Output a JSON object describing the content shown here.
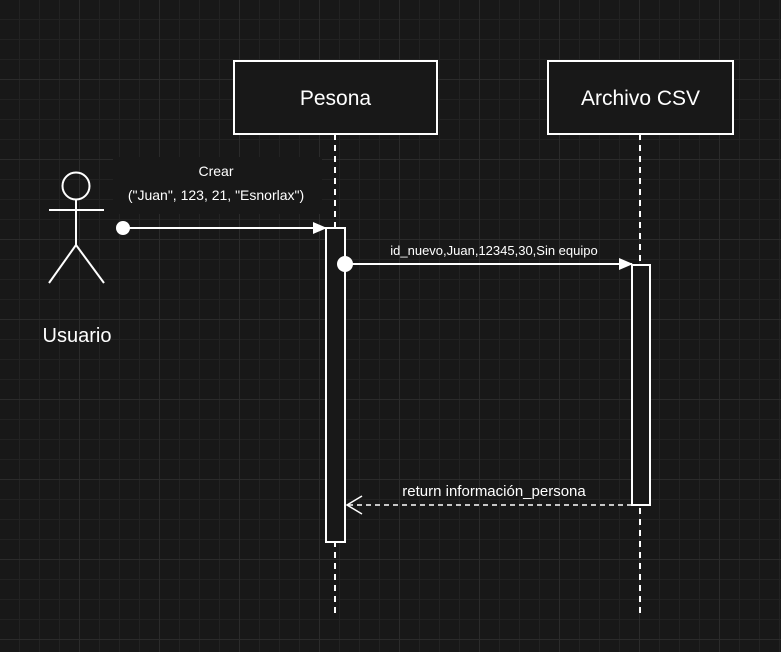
{
  "participants": {
    "actor": {
      "label": "Usuario"
    },
    "persona": {
      "label": "Pesona"
    },
    "archivo": {
      "label": "Archivo CSV"
    }
  },
  "messages": {
    "crear": {
      "line1": "Crear",
      "line2": "(\"Juan\", 123, 21, \"Esnorlax\")"
    },
    "guardar": {
      "label": "id_nuevo,Juan,12345,30,Sin equipo"
    },
    "retorno": {
      "label": "return información_persona"
    }
  }
}
